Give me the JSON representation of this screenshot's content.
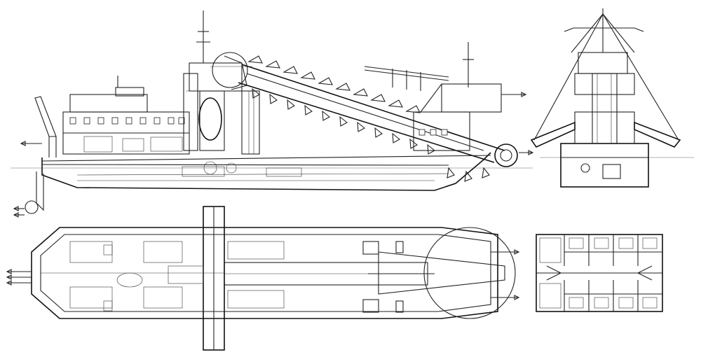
{
  "drawing": {
    "views": [
      {
        "id": "side-elevation"
      },
      {
        "id": "front-elevation"
      },
      {
        "id": "deck-plan"
      },
      {
        "id": "accommodation-plan"
      }
    ],
    "colors": {
      "line": "#222222",
      "background": "#ffffff"
    }
  }
}
